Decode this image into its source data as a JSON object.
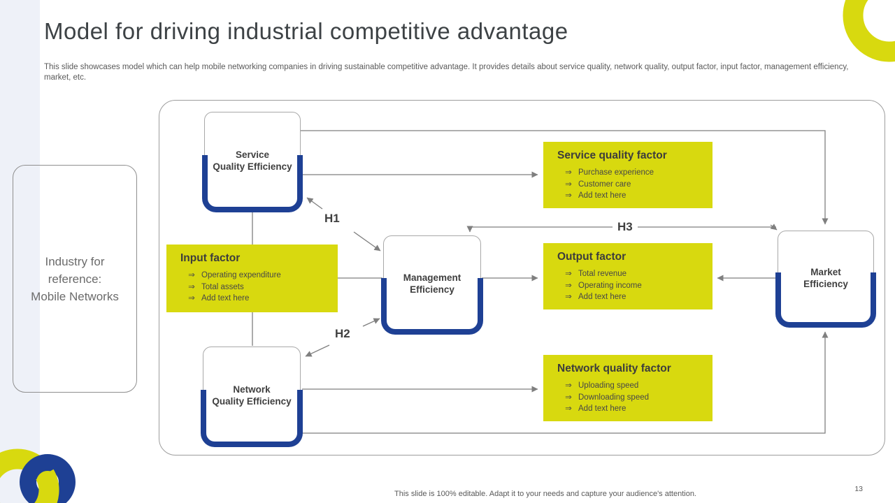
{
  "slide": {
    "title": "Model for driving industrial competitive advantage",
    "subtitle": "This slide showcases model which can help mobile networking companies in driving sustainable competitive advantage. It provides details about service quality, network quality, output factor, input factor, management efficiency,  market, etc.",
    "footer_note": "This slide is 100% editable. Adapt it to your needs and capture your audience's attention.",
    "page_number": "13"
  },
  "sidebar": {
    "lines": [
      "Industry for",
      "reference:",
      "Mobile Networks"
    ]
  },
  "model": {
    "nodes": {
      "service": {
        "line1": "Service",
        "line2": "Quality Efficiency"
      },
      "management": {
        "line1": "Management",
        "line2": "Efficiency"
      },
      "market": {
        "line1": "Market",
        "line2": "Efficiency"
      },
      "network": {
        "line1": "Network",
        "line2": "Quality Efficiency"
      }
    },
    "factors": {
      "service_quality": {
        "title": "Service quality factor",
        "items": [
          "Purchase experience",
          "Customer care",
          "Add text here"
        ]
      },
      "input": {
        "title": "Input factor",
        "items": [
          "Operating expenditure",
          "Total assets",
          "Add text here"
        ]
      },
      "output": {
        "title": "Output factor",
        "items": [
          "Total revenue",
          "Operating income",
          "Add text here"
        ]
      },
      "network_quality": {
        "title": "Network quality factor",
        "items": [
          "Uploading speed",
          "Downloading speed",
          "Add text here"
        ]
      }
    },
    "hypotheses": {
      "h1": "H1",
      "h2": "H2",
      "h3": "H3"
    },
    "bullet_glyph": "⇒"
  },
  "colors": {
    "accent_yellow": "#d8d90f",
    "accent_navy": "#1e4094",
    "line_gray": "#7f7f7f",
    "strip_blue": "#eef1f8",
    "text_dark": "#3f3f3f",
    "text_gray": "#595959"
  }
}
